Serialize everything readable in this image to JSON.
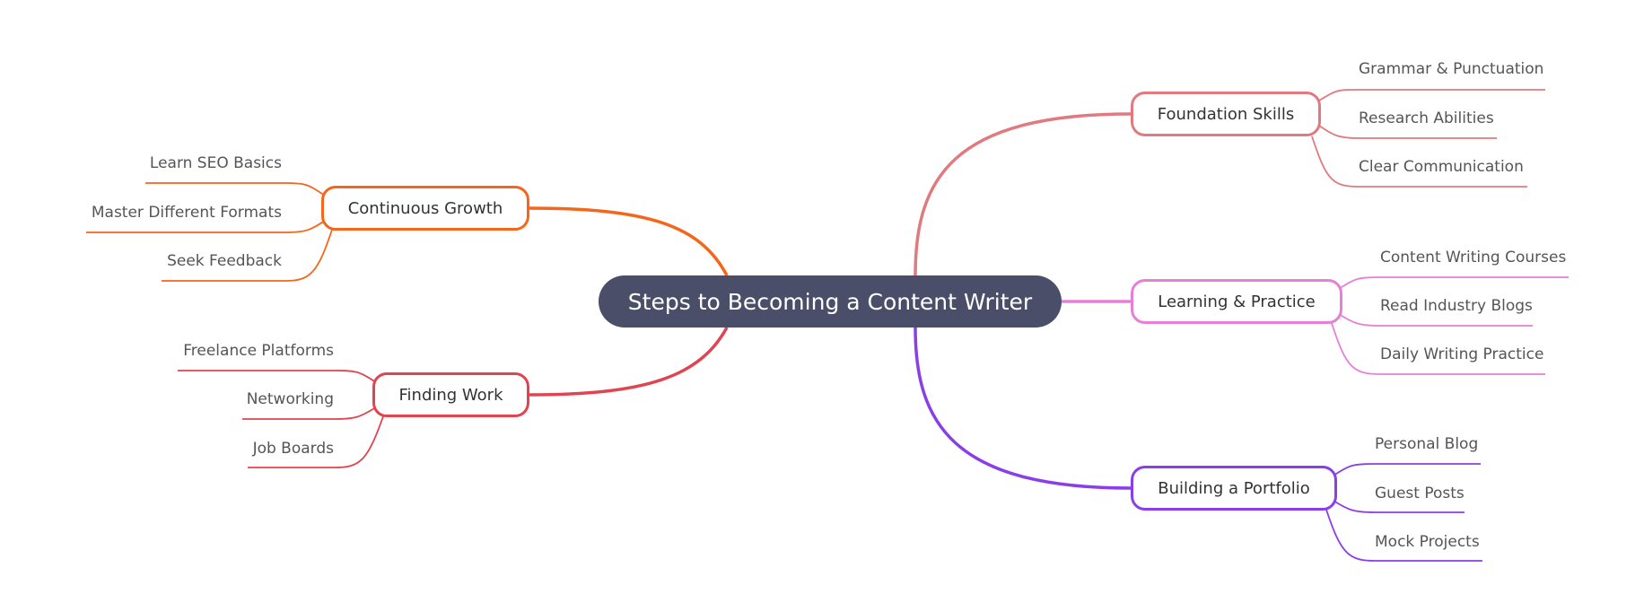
{
  "root": {
    "label": "Steps to Becoming a Content Writer",
    "color": "#4a4e69"
  },
  "branches": [
    {
      "id": "foundation",
      "label": "Foundation Skills",
      "color": "#e07a7f",
      "leaves": [
        "Grammar & Punctuation",
        "Research Abilities",
        "Clear Communication"
      ]
    },
    {
      "id": "learning",
      "label": "Learning & Practice",
      "color": "#e87fd6",
      "leaves": [
        "Content Writing Courses",
        "Read Industry Blogs",
        "Daily Writing Practice"
      ]
    },
    {
      "id": "portfolio",
      "label": "Building a Portfolio",
      "color": "#8a3ee8",
      "leaves": [
        "Personal Blog",
        "Guest Posts",
        "Mock Projects"
      ]
    },
    {
      "id": "growth",
      "label": "Continuous Growth",
      "color": "#f4661c",
      "leaves": [
        "Learn SEO Basics",
        "Master Different Formats",
        "Seek Feedback"
      ]
    },
    {
      "id": "work",
      "label": "Finding Work",
      "color": "#e04450",
      "leaves": [
        "Freelance Platforms",
        "Networking",
        "Job Boards"
      ]
    }
  ]
}
